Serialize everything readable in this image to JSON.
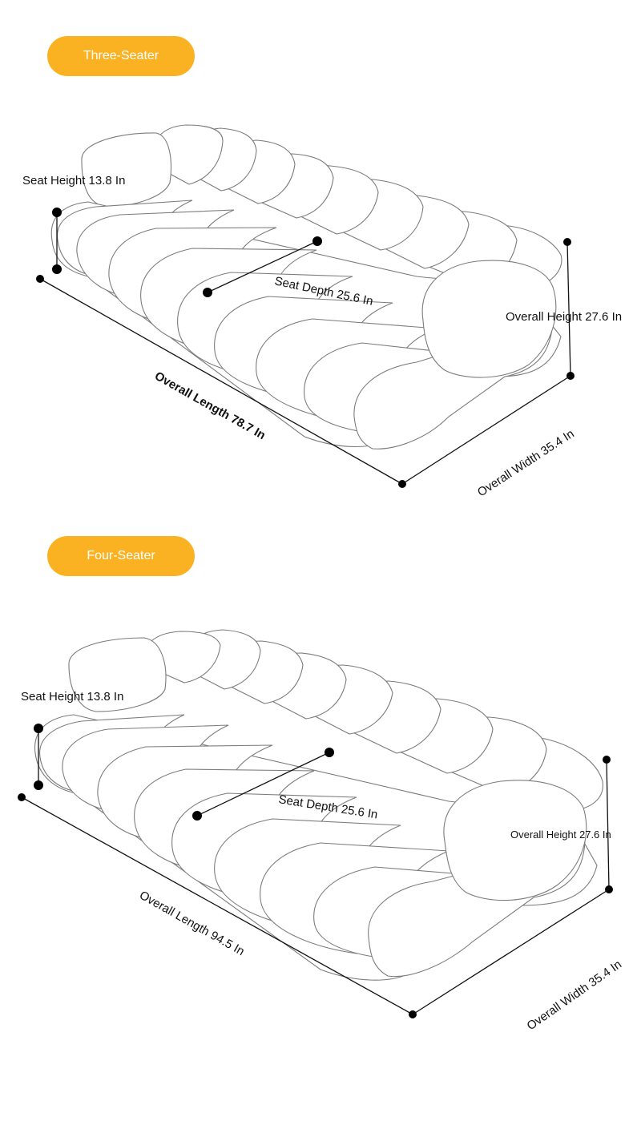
{
  "sections": [
    {
      "title": "Three-Seater",
      "seat_height": "Seat Height 13.8 In",
      "seat_depth": "Seat Depth 25.6 In",
      "overall_height": "Overall Height 27.6 In",
      "overall_length": "Overall Length 78.7 In",
      "overall_width": "Overall Width 35.4 In"
    },
    {
      "title": "Four-Seater",
      "seat_height": "Seat Height 13.8 In",
      "seat_depth": "Seat Depth 25.6 In",
      "overall_height": "Overall Height 27.6 In",
      "overall_length": "Overall Length 94.5 In",
      "overall_width": "Overall Width 35.4 In"
    }
  ],
  "colors": {
    "accent": "#fbb222",
    "label_text": "#ffffff",
    "line": "#111111",
    "outline": "#7c7c7c"
  }
}
